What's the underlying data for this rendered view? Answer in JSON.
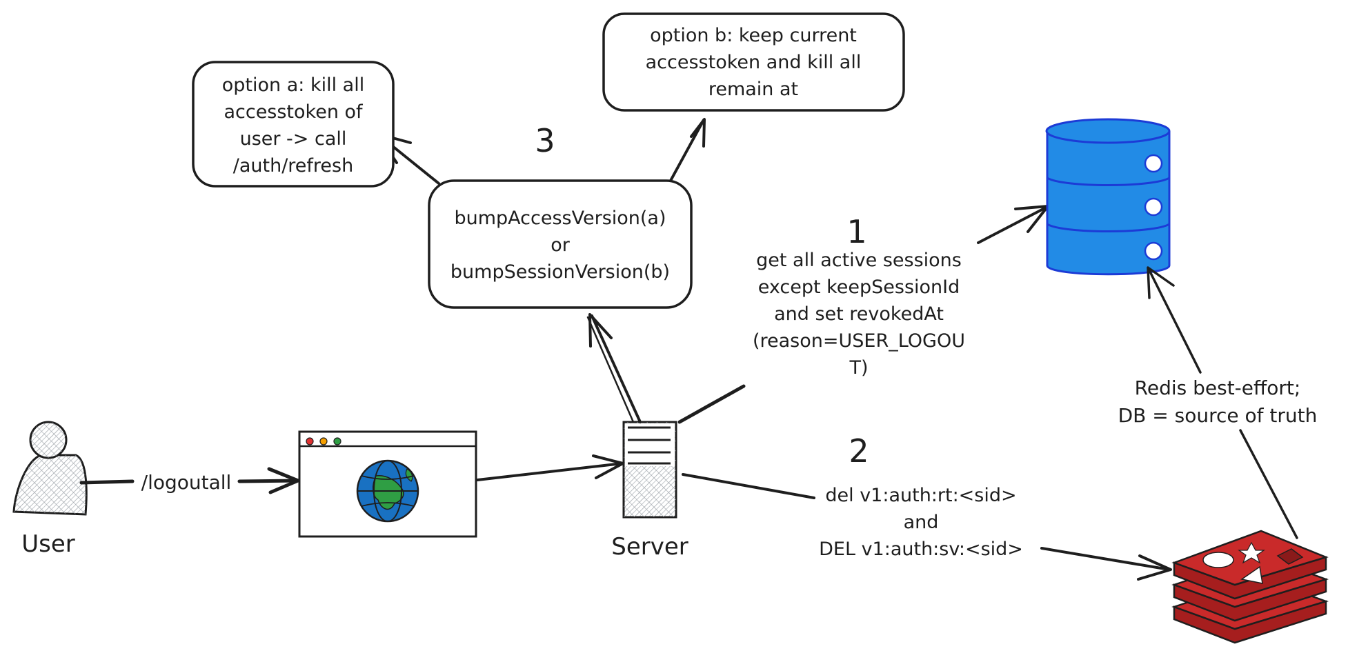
{
  "colors": {
    "ink": "#1e1e1e",
    "database_fill": "#228be6",
    "database_stroke": "#1c3bd6",
    "redis_fill": "#c92a2a",
    "globe_ocean": "#1971c2",
    "globe_land": "#2f9e44",
    "window_dot_red": "#e03131",
    "window_dot_yellow": "#f59f00",
    "window_dot_green": "#2f9e44"
  },
  "nodes": {
    "user": {
      "label": "User",
      "icon": "user-icon"
    },
    "browser": {
      "icon": "browser-window-icon"
    },
    "server": {
      "label": "Server",
      "icon": "server-icon"
    },
    "database": {
      "icon": "database-icon"
    },
    "redis": {
      "icon": "redis-icon"
    },
    "bump_box": {
      "lines": [
        "bumpAccessVersion(a)",
        "or",
        "bumpSessionVersion(b)"
      ]
    },
    "option_a": {
      "lines": [
        "option a: kill all",
        "accesstoken of",
        "user -> call",
        "/auth/refresh"
      ]
    },
    "option_b": {
      "lines": [
        "option b: keep current",
        "accesstoken and kill all",
        "remain at"
      ]
    }
  },
  "edges": {
    "user_to_browser": {
      "label": "/logoutall"
    },
    "step1": {
      "number": "1",
      "lines": [
        "get all active sessions",
        "except keepSessionId",
        "and set revokedAt",
        "(reason=USER_LOGOU",
        "T)"
      ]
    },
    "step2": {
      "number": "2",
      "lines": [
        "del v1:auth:rt:<sid>",
        "and",
        "DEL v1:auth:sv:<sid>"
      ]
    },
    "step3": {
      "number": "3"
    },
    "redis_to_db": {
      "lines": [
        "Redis best-effort;",
        "DB = source of truth"
      ]
    }
  }
}
